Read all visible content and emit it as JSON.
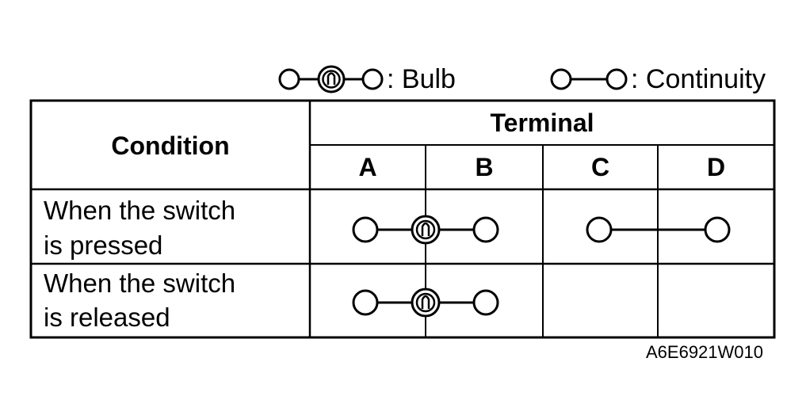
{
  "legend": {
    "bulb_label": ": Bulb",
    "continuity_label": ": Continuity"
  },
  "table": {
    "condition_header": "Condition",
    "terminal_header": "Terminal",
    "terminals": [
      "A",
      "B",
      "C",
      "D"
    ],
    "rows": [
      {
        "condition_line1": "When the switch",
        "condition_line2": "is pressed",
        "connections": [
          {
            "from": "A",
            "to": "B",
            "type": "bulb"
          },
          {
            "from": "C",
            "to": "D",
            "type": "continuity"
          }
        ]
      },
      {
        "condition_line1": "When the switch",
        "condition_line2": "is released",
        "connections": [
          {
            "from": "A",
            "to": "B",
            "type": "bulb"
          }
        ]
      }
    ]
  },
  "figure_code": "A6E6921W010"
}
